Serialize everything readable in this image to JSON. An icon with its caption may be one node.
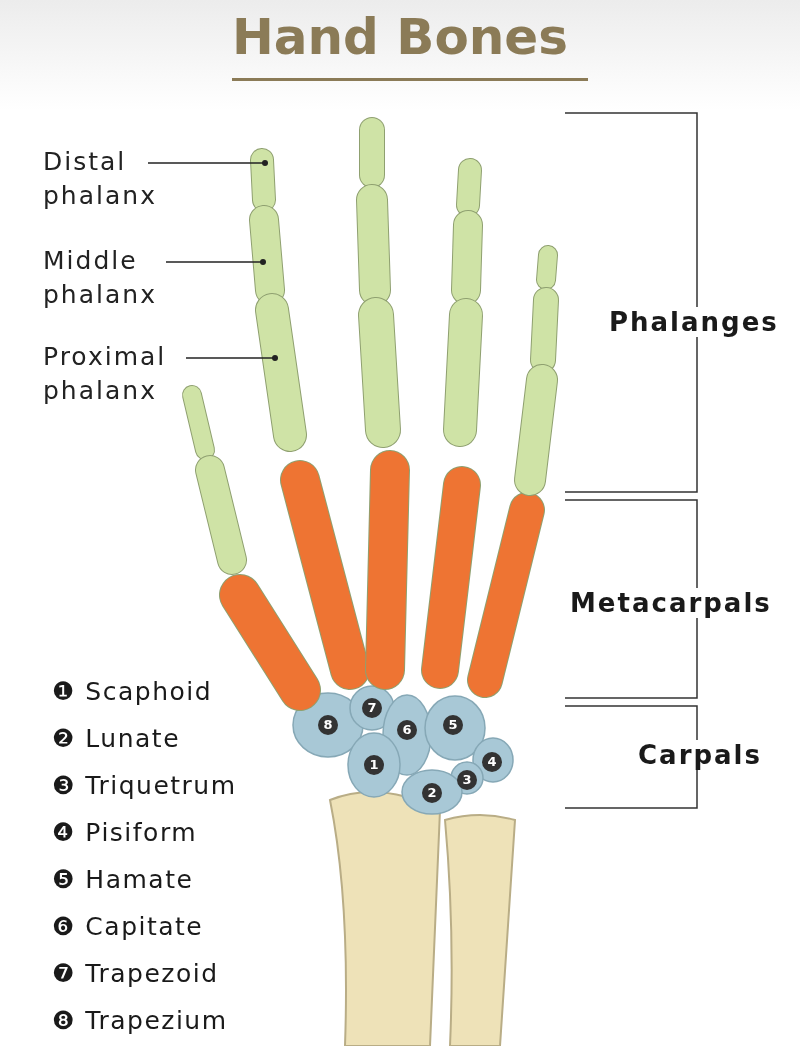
{
  "diagram": {
    "title": "Hand Bones",
    "nodes": [
      {
        "text": [
          "Distal phalanx"
        ]
      },
      {
        "text": [
          "Middle phalanx"
        ]
      },
      {
        "text": [
          "Proximal phalanx"
        ]
      }
    ],
    "edges": [
      {
        "from": 0,
        "to": null,
        "arrow": "other"
      },
      {
        "from": 1,
        "to": null,
        "arrow": "other"
      },
      {
        "from": 2,
        "to": null,
        "arrow": "other"
      }
    ],
    "labels": [
      "Phalanges",
      "Metacarpals",
      "Carpals",
      "7",
      "8",
      "6",
      "5",
      "1",
      "4",
      "3",
      "2",
      "❶ Scaphoid",
      "❷ Lunate",
      "❸ Triquetrum",
      "❹ Pisiform",
      "❺ Hamate",
      "❻ Capitate",
      "❼ Trapezoid",
      "❽ Trapezium"
    ]
  }
}
